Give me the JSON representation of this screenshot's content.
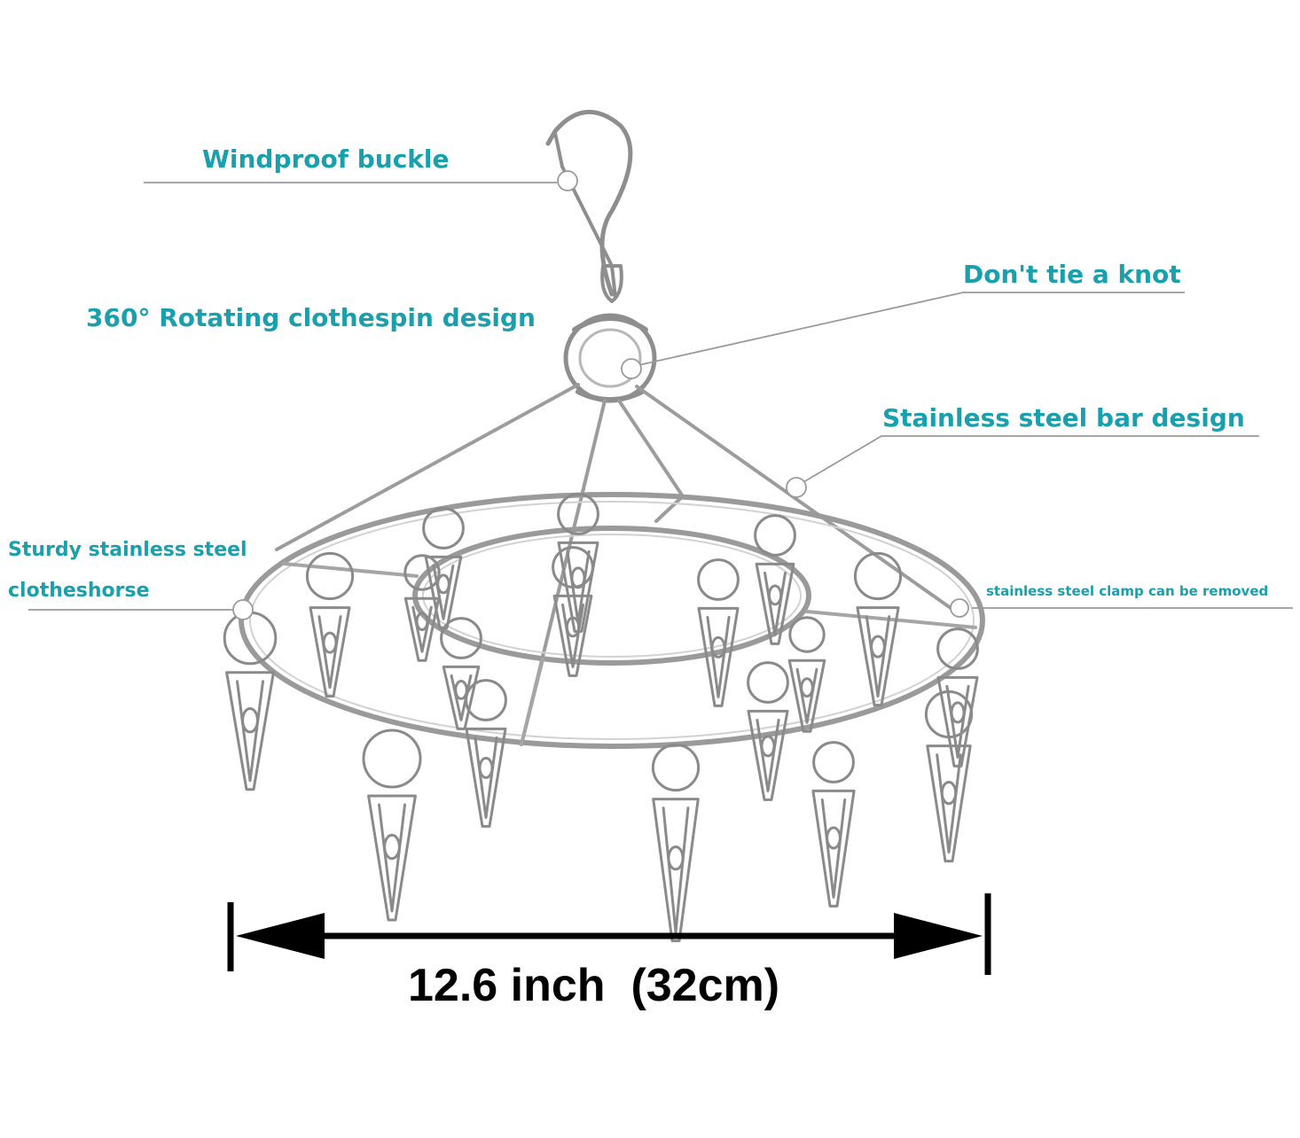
{
  "colors": {
    "accent": "#1a9fad",
    "leader_line": "#9a9a9a",
    "steel": "#9c9c9c",
    "steel_dark": "#6e6e6e",
    "dimension": "#000000"
  },
  "callouts": {
    "windproof_buckle": "Windproof buckle",
    "rotating_design": "360° Rotating clothespin design",
    "dont_tie_knot": "Don't tie a knot",
    "steel_bar_design": "Stainless steel bar design",
    "sturdy_line1": "Sturdy stainless steel",
    "sturdy_line2": "clotheshorse",
    "clamp_removed": "stainless steel clamp can be removed"
  },
  "dimension": {
    "label": "12.6 inch  (32cm)"
  }
}
